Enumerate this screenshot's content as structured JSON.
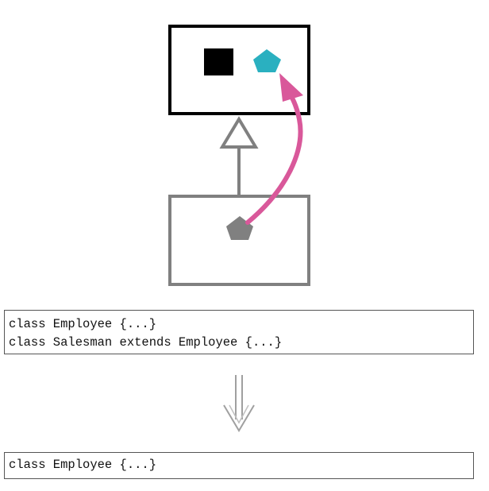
{
  "colors": {
    "superclass_border": "#000000",
    "subclass_border": "#808080",
    "inheritance_arrow": "#808080",
    "field_square": "#000000",
    "pulled_up_pentagon": "#2ab0c0",
    "original_pentagon": "#808080",
    "move_arrow": "#d9589a",
    "transform_arrow": "#a0a0a0"
  },
  "diagram": {
    "superclass_members": [
      "square-field",
      "pentagon-field"
    ],
    "subclass_members": [
      "pentagon-field"
    ]
  },
  "code_before": {
    "lines": [
      "class Employee {...}",
      "class Salesman extends Employee {...}"
    ]
  },
  "code_after": {
    "lines": [
      "class Employee {...}"
    ]
  }
}
